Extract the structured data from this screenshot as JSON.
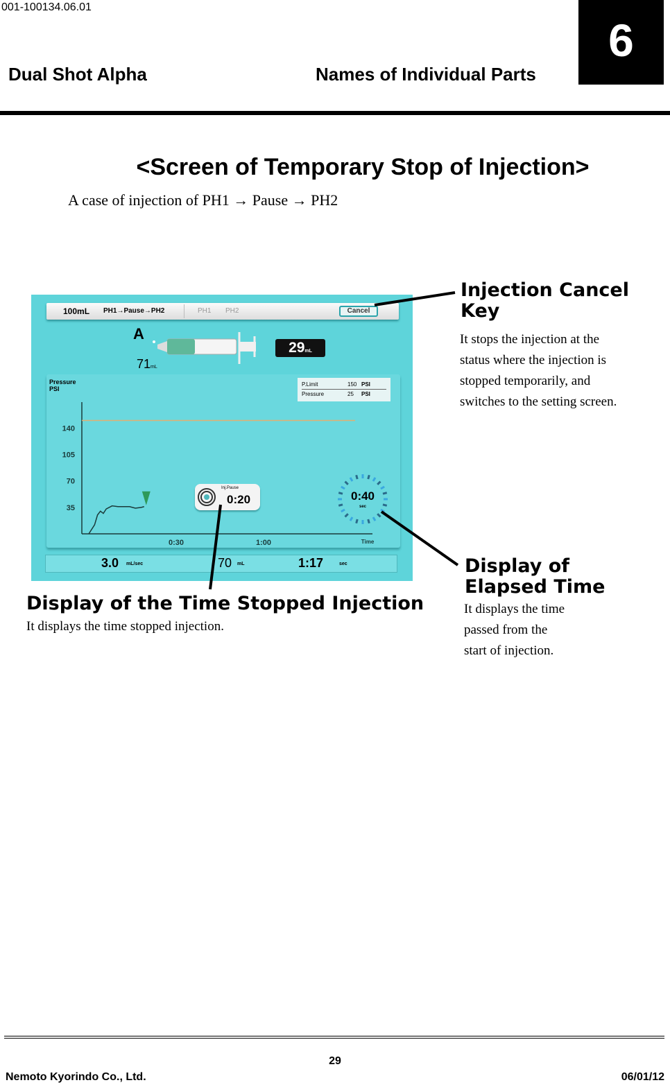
{
  "header": {
    "doc_id": "001-100134.06.01",
    "product": "Dual Shot Alpha",
    "section": "Names of Individual Parts",
    "chapter": "6"
  },
  "title": "<Screen of Temporary Stop of Injection>",
  "subtitle": "A case of injection of PH1 → Pause → PH2",
  "screen": {
    "volume": "100mL",
    "protocol": "PH1→Pause→PH2",
    "phase1": "PH1",
    "phase2": "PH2",
    "cancel": "Cancel",
    "syringe_label": "A",
    "remaining": "71",
    "remaining_unit": "mL",
    "injected": "29",
    "injected_unit": "mL",
    "pressure_label": "Pressure",
    "pressure_unit": "PSI",
    "plimit_label": "P.Limit",
    "plimit_value": "150",
    "plimit_unit": "PSI",
    "pressure_now_label": "Pressure",
    "pressure_now_value": "25",
    "pressure_now_unit": "PSI",
    "y_ticks": [
      "140",
      "105",
      "70",
      "35"
    ],
    "x_ticks": [
      "0:30",
      "1:00"
    ],
    "x_label": "Time",
    "pause_label": "Inj.Pause",
    "pause_time": "0:20",
    "elapsed": "0:40",
    "elapsed_unit": "sec",
    "rate": "3.0",
    "rate_unit": "mL/sec",
    "total": "70",
    "total_unit": "mL",
    "duration": "1:17",
    "duration_unit": "sec",
    "colors": {
      "screen": "#5ed4da",
      "limit_line": "#e0b070",
      "curve": "#1a3a3a",
      "marker": "#2e9a5a"
    },
    "curve": [
      [
        0,
        0
      ],
      [
        2,
        12
      ],
      [
        3,
        25
      ],
      [
        4,
        30
      ],
      [
        5,
        27
      ],
      [
        6,
        33
      ],
      [
        8,
        37
      ],
      [
        10,
        36
      ],
      [
        14,
        36
      ],
      [
        16,
        34
      ],
      [
        18,
        35
      ],
      [
        19,
        36
      ]
    ]
  },
  "callouts": {
    "cancel_title1": "Injection Cancel",
    "cancel_title2": "Key",
    "cancel_desc": [
      "It stops the injection at the",
      "status where the injection is",
      "stopped temporarily, and",
      "switches to the setting screen."
    ],
    "elapsed_title1": "Display of",
    "elapsed_title2": "Elapsed Time",
    "elapsed_desc": [
      "It displays the time",
      "passed from the",
      "start of injection."
    ],
    "stopped_title": "Display of the Time Stopped Injection",
    "stopped_desc": "It displays the time stopped injection."
  },
  "footer": {
    "page": "29",
    "company": "Nemoto Kyorindo Co., Ltd.",
    "date": "06/01/12"
  }
}
